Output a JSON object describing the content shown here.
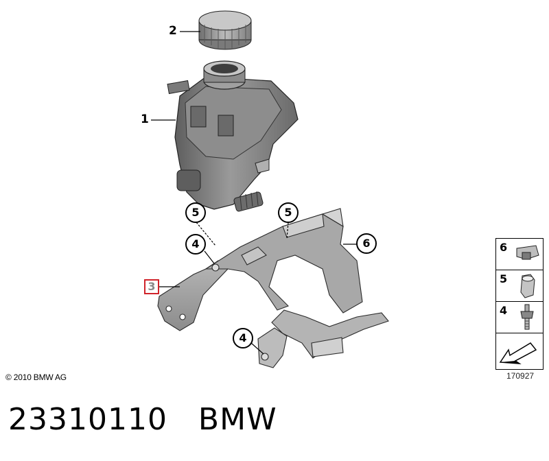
{
  "callouts": {
    "cap": "2",
    "tank": "1",
    "bracket": "3",
    "clip_top_left": "5",
    "clip_top_right": "5",
    "screw_upper": "4",
    "screw_lower": "4",
    "nut": "6"
  },
  "legend": {
    "items": [
      {
        "number": "6",
        "icon": "clip-nut-icon"
      },
      {
        "number": "5",
        "icon": "hose-clip-icon"
      },
      {
        "number": "4",
        "icon": "bolt-icon"
      },
      {
        "number": "",
        "icon": "arrow-icon"
      }
    ]
  },
  "copyright": "© 2010 BMW AG",
  "diagram_id": "170927",
  "part_number": "23310110",
  "brand": "BMW",
  "colors": {
    "highlight_border": "#d0232a",
    "part_gray": "#8f8f8f",
    "part_dark": "#4a4a4a"
  }
}
